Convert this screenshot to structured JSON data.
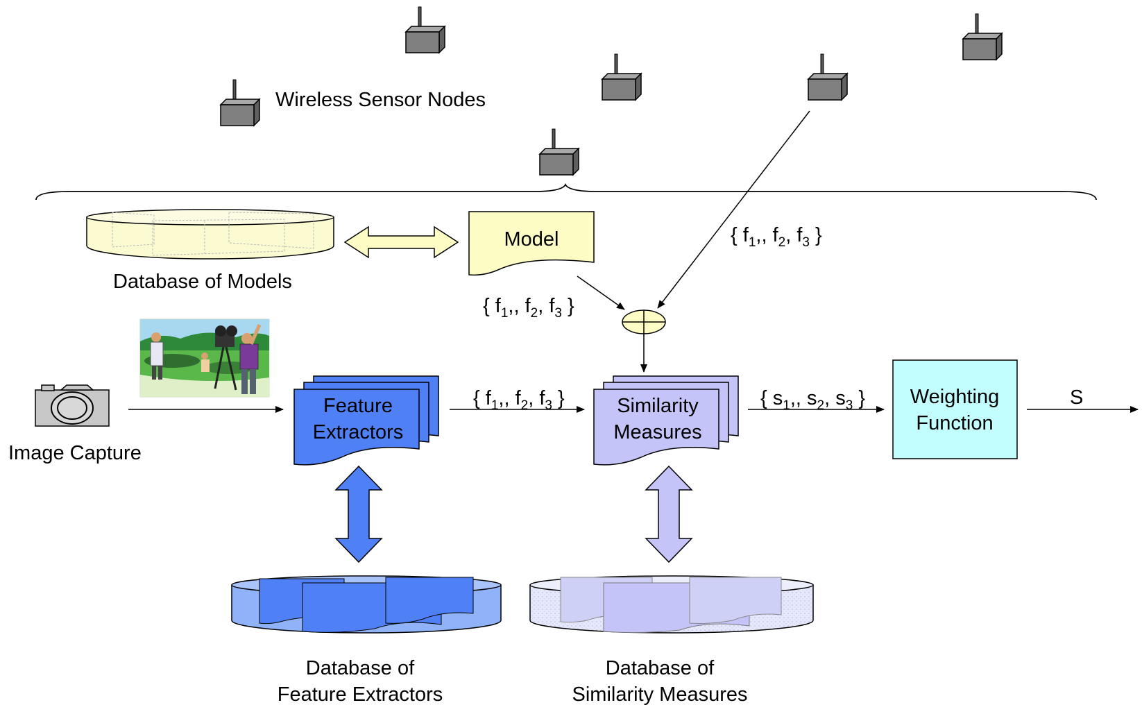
{
  "labels": {
    "wireless_sensor_nodes": "Wireless Sensor Nodes",
    "database_of_models": "Database of Models",
    "model": "Model",
    "image_capture": "Image Capture",
    "feature_extractors_line1": "Feature",
    "feature_extractors_line2": "Extractors",
    "similarity_measures_line1": "Similarity",
    "similarity_measures_line2": "Measures",
    "weighting_function_line1": "Weighting",
    "weighting_function_line2": "Function",
    "output_s": "S",
    "db_feature_line1": "Database of",
    "db_feature_line2": "Feature Extractors",
    "db_similarity_line1": "Database of",
    "db_similarity_line2": "Similarity Measures"
  },
  "feature_sets": {
    "open": "{ ",
    "f": "f",
    "s": "s",
    "sub1": "1",
    "sub2": "2",
    "sub3": "3",
    "sep_comma": ",",
    "sep": ", ",
    "close": " }"
  },
  "icons": {
    "sensor": "wireless-sensor-node-icon",
    "camera": "camera-icon",
    "scene": "film-scene-clipart",
    "combiner": "sum-combiner-icon"
  },
  "colors": {
    "model_fill": "#fdfcc4",
    "feature_fill": "#4f80f5",
    "similarity_fill": "#c4c4f8",
    "weighting_fill": "#c2fefe",
    "db_models_fill": "#fbfad0",
    "db_feature_fill": "#8fb2f8",
    "db_similarity_fill": "#e2e4fa",
    "sensor_fill": "#808080"
  }
}
